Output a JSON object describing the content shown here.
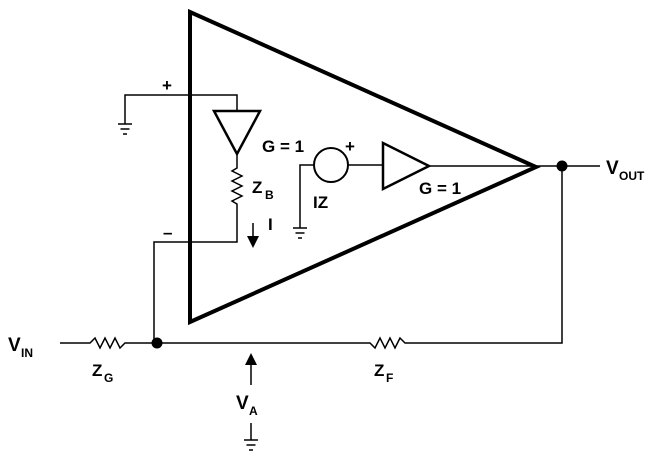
{
  "labels": {
    "plus_input": "+",
    "minus_input": "–",
    "buffer1_gain": "G = 1",
    "buffer2_gain": "G = 1",
    "source_plus": "+",
    "zb_main": "Z",
    "zb_sub": "B",
    "current_i": "I",
    "iz": "IZ",
    "vout_main": "V",
    "vout_sub": "OUT",
    "vin_main": "V",
    "vin_sub": "IN",
    "zg_main": "Z",
    "zg_sub": "G",
    "zf_main": "Z",
    "zf_sub": "F",
    "va_main": "V",
    "va_sub": "A"
  }
}
